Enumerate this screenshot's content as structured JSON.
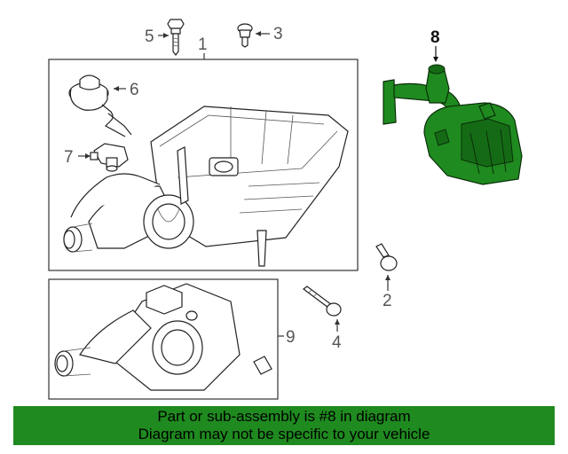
{
  "callouts": {
    "c1": "1",
    "c2": "2",
    "c3": "3",
    "c4": "4",
    "c5": "5",
    "c6": "6",
    "c7": "7",
    "c8": "8",
    "c9": "9"
  },
  "highlight_callout": "8",
  "colors": {
    "highlight": "#1f8a1f",
    "banner": "#1f8a1f",
    "line": "#333333"
  },
  "banner": {
    "line1": "Part or sub-assembly is #8 in diagram",
    "line2": "Diagram may not be specific to your vehicle"
  }
}
